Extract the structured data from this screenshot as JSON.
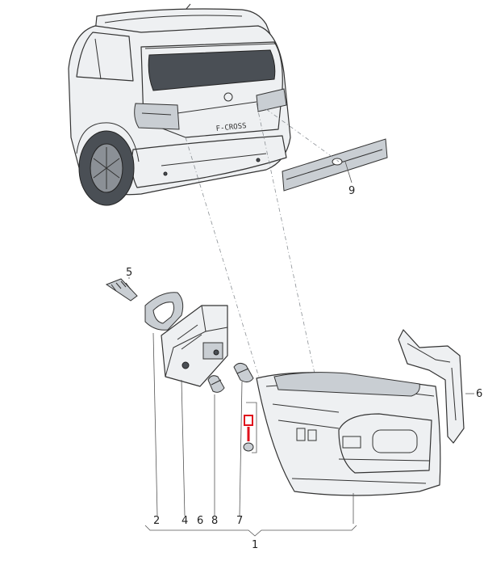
{
  "callouts": {
    "c1": "1",
    "c2": "2",
    "c4": "4",
    "c5": "5",
    "c6a": "6",
    "c6b": "6",
    "c7": "7",
    "c8": "8",
    "c9": "9"
  },
  "badge": "F-CROSS",
  "colors": {
    "highlight": "#e0101c",
    "line": "#333333"
  }
}
